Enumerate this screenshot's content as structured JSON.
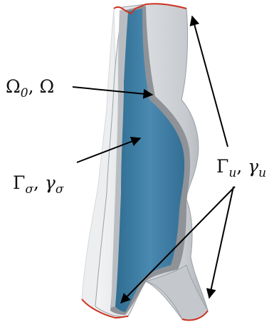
{
  "figure": {
    "labels": {
      "domain": {
        "g1": "Ω",
        "s1": "0",
        "sep": ", ",
        "g2": "Ω"
      },
      "stress": {
        "g1": "Γ",
        "s1": "σ",
        "sep": ", ",
        "g2": "γ",
        "s2": "σ"
      },
      "displacement": {
        "g1": "Γ",
        "s1": "u",
        "sep": ", ",
        "g2": "γ",
        "s2": "u"
      }
    },
    "colors": {
      "outer_wall": "#cfd3d7",
      "wall_cut": "#8e9196",
      "lumen": "#3f7ea4",
      "boundary_edge": "#cc3322",
      "arrow": "#000000"
    }
  }
}
